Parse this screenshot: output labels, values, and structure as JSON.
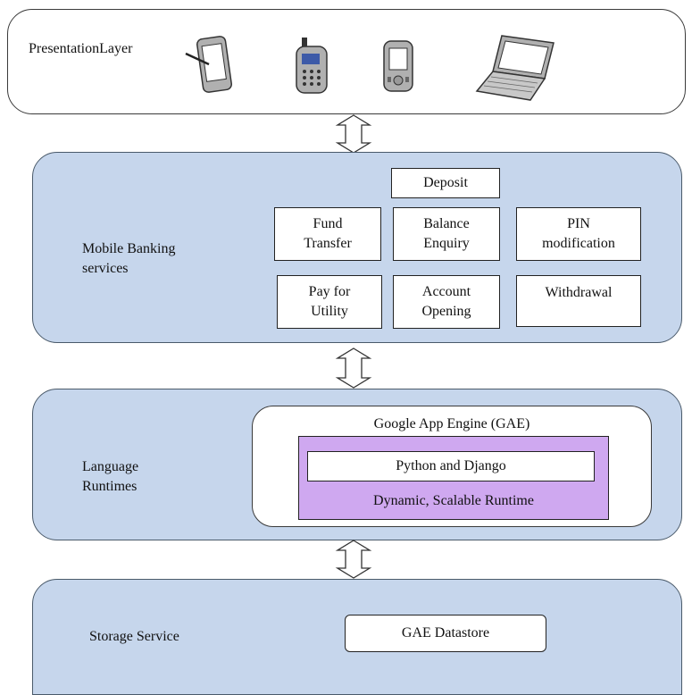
{
  "presentation": {
    "title": "PresentationLayer",
    "devices": [
      "tablet-icon",
      "cellphone-icon",
      "pda-icon",
      "laptop-icon"
    ]
  },
  "banking": {
    "title": "Mobile Banking\nservices",
    "services": {
      "deposit": "Deposit",
      "fund_transfer": "Fund\nTransfer",
      "balance_enquiry": "Balance\nEnquiry",
      "pin_modification": "PIN\nmodification",
      "pay_utility": "Pay for\nUtility",
      "account_opening": "Account\nOpening",
      "withdrawal": "Withdrawal"
    }
  },
  "runtimes": {
    "title": "Language\nRuntimes",
    "gae_title": "Google App Engine (GAE)",
    "python": "Python and Django",
    "dynamic": "Dynamic, Scalable Runtime"
  },
  "storage": {
    "title": "Storage Service",
    "datastore": "GAE Datastore"
  },
  "colors": {
    "layer_fill": "#c6d6ec",
    "runtime_fill": "#cfa8f0",
    "border": "#4a5a6a"
  }
}
